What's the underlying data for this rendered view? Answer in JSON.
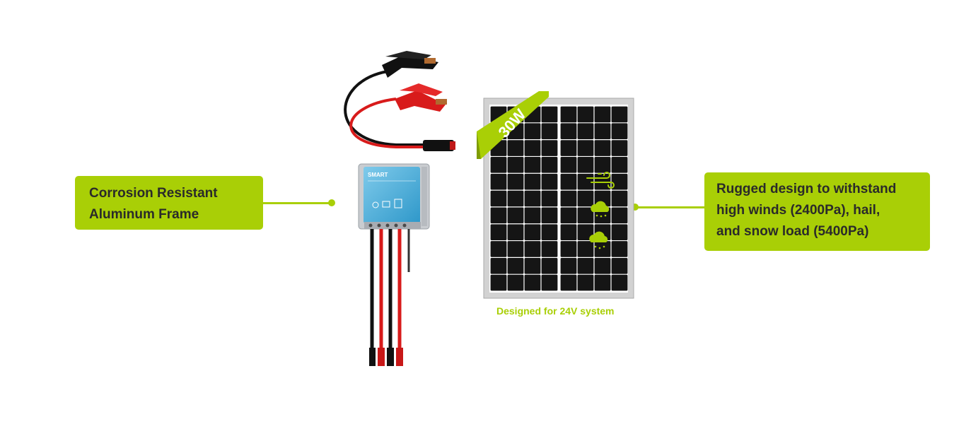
{
  "callouts": {
    "left": {
      "lines": [
        "Corrosion Resistant",
        "Aluminum Frame"
      ]
    },
    "right": {
      "lines": [
        "Rugged design to withstand",
        "high winds (2400Pa), hail,",
        "and snow load (5400Pa)"
      ]
    }
  },
  "panel": {
    "badge": "30W",
    "caption": "Designed for 24V system",
    "icons": [
      "wind-icon",
      "hail-cloud-icon",
      "snow-cloud-icon"
    ]
  },
  "controller": {
    "brand": "SMART"
  },
  "colors": {
    "accent": "#a9cf06",
    "text": "#2a2a2a",
    "panel_frame": "#c8c8c8",
    "cell": "#151515",
    "controller_face": "#3aaee0",
    "cable_red": "#e02020",
    "cable_black": "#111111"
  }
}
